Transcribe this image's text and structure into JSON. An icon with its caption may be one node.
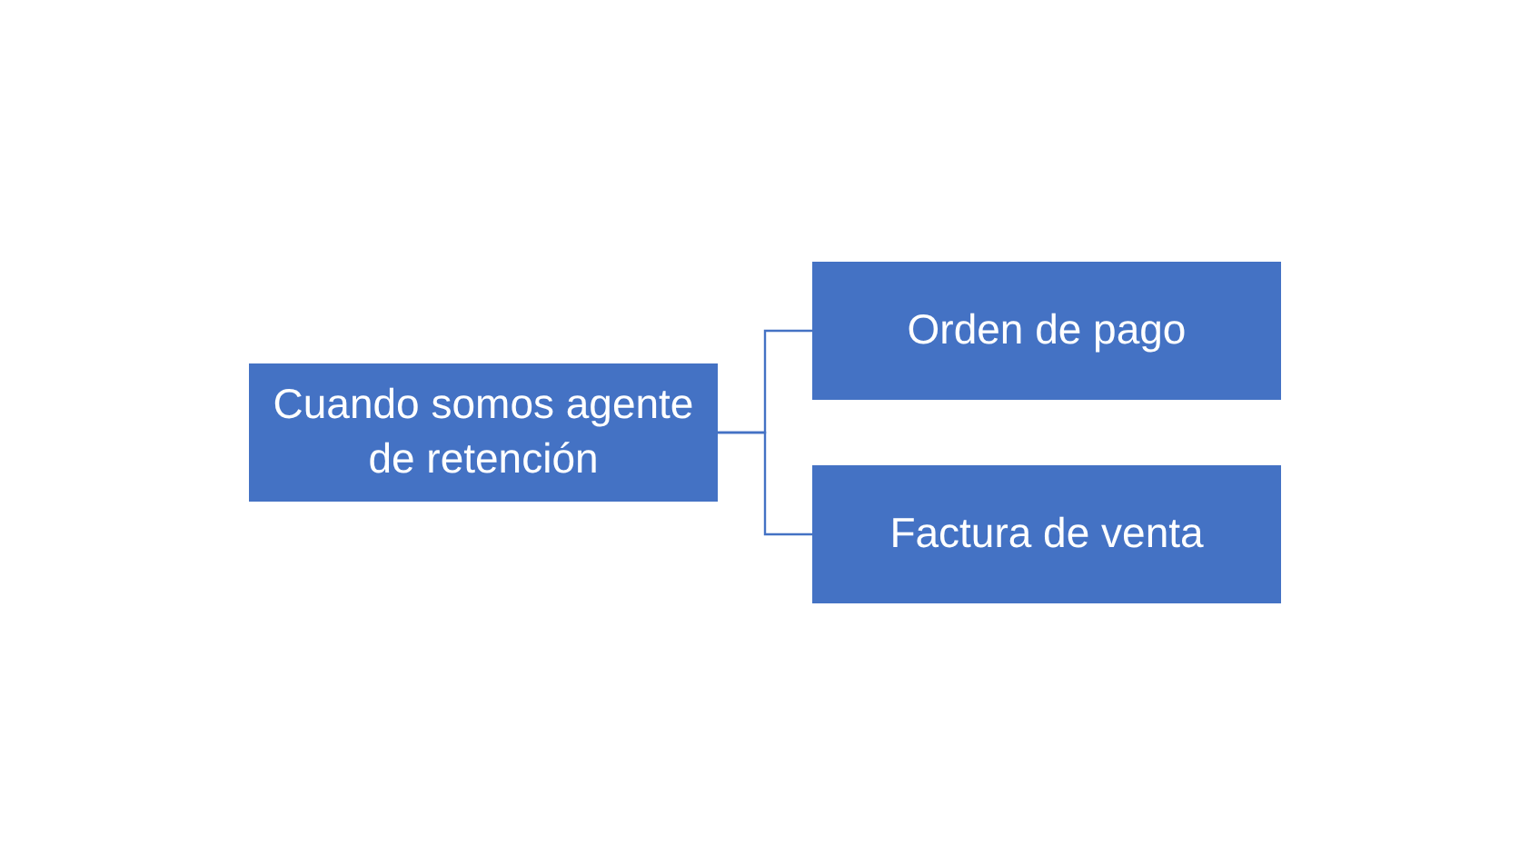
{
  "diagram": {
    "nodes": [
      {
        "text": [
          "Cuando somos agente de retención"
        ]
      },
      {
        "text": [
          "Orden de pago"
        ]
      },
      {
        "text": [
          "Factura de venta"
        ]
      }
    ],
    "edges": [
      {
        "from": 0,
        "to": 1,
        "arrow": "none"
      },
      {
        "from": 0,
        "to": 2,
        "arrow": "none"
      }
    ]
  }
}
